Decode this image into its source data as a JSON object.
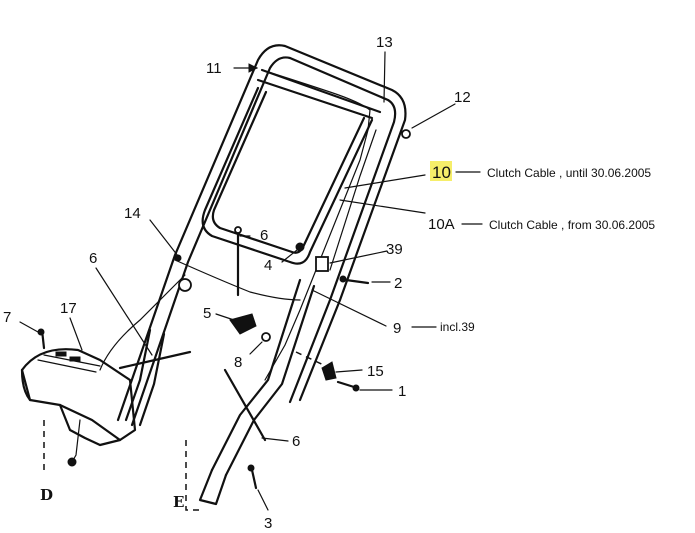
{
  "callouts": {
    "c1": "1",
    "c2": "2",
    "c3": "3",
    "c4": "4",
    "c5": "5",
    "c6a": "6",
    "c6b": "6",
    "c6c": "6",
    "c7": "7",
    "c8": "8",
    "c9": "9",
    "c10": "10",
    "c10a": "10A",
    "c11": "11",
    "c12": "12",
    "c13": "13",
    "c14": "14",
    "c15": "15",
    "c17": "17",
    "c39": "39",
    "cD": "D",
    "cE": "E"
  },
  "notes": {
    "n10": "Clutch Cable , until  30.06.2005",
    "n10a": "Clutch Cable , from  30.06.2005",
    "n9": "incl.39"
  },
  "highlight_color": "#f6ee6a"
}
